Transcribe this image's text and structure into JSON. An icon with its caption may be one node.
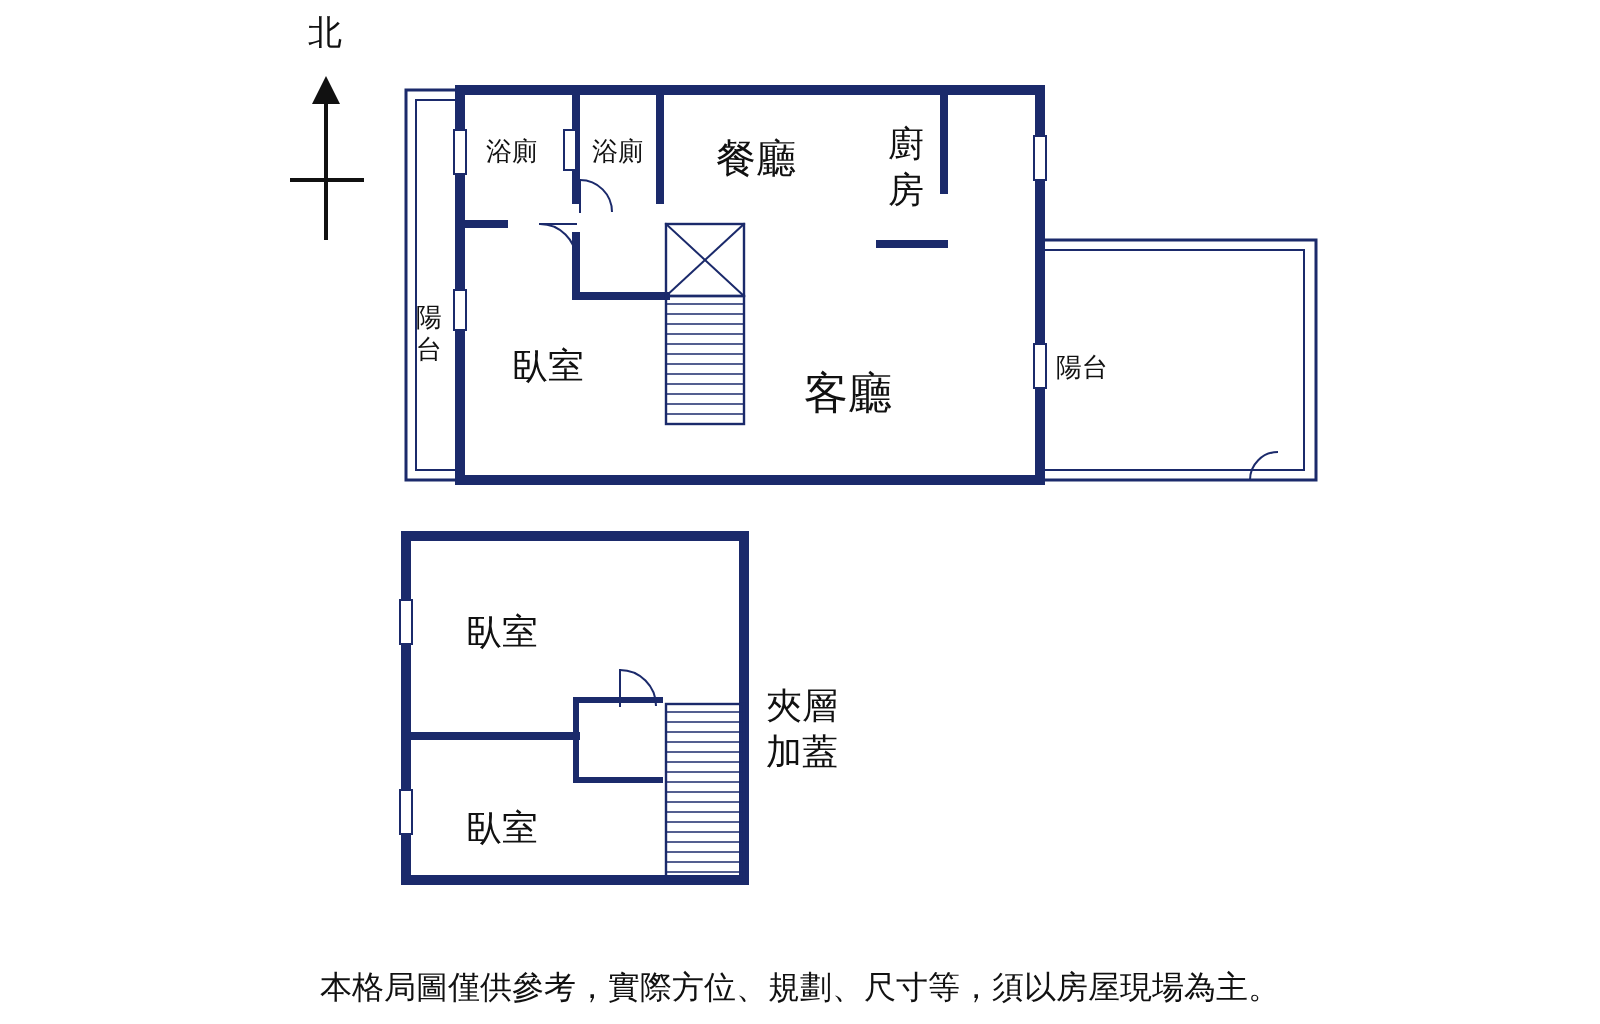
{
  "diagram": {
    "caption": "本格局圖僅供參考，實際方位、規劃、尺寸等，須以房屋現場為主。",
    "nodes": [
      {
        "text": [
          "浴廁"
        ]
      },
      {
        "text": [
          "浴廁"
        ]
      },
      {
        "text": [
          "餐廳"
        ]
      },
      {
        "text": [
          "廚房"
        ]
      },
      {
        "text": [
          "陽台"
        ]
      },
      {
        "text": [
          "臥室"
        ]
      },
      {
        "text": [
          "客廳"
        ]
      },
      {
        "text": [
          "陽台"
        ]
      },
      {
        "text": [
          "臥室"
        ]
      },
      {
        "text": [
          "臥室"
        ]
      }
    ],
    "edges": [],
    "labels": [
      "北",
      "夾層加蓋"
    ]
  }
}
